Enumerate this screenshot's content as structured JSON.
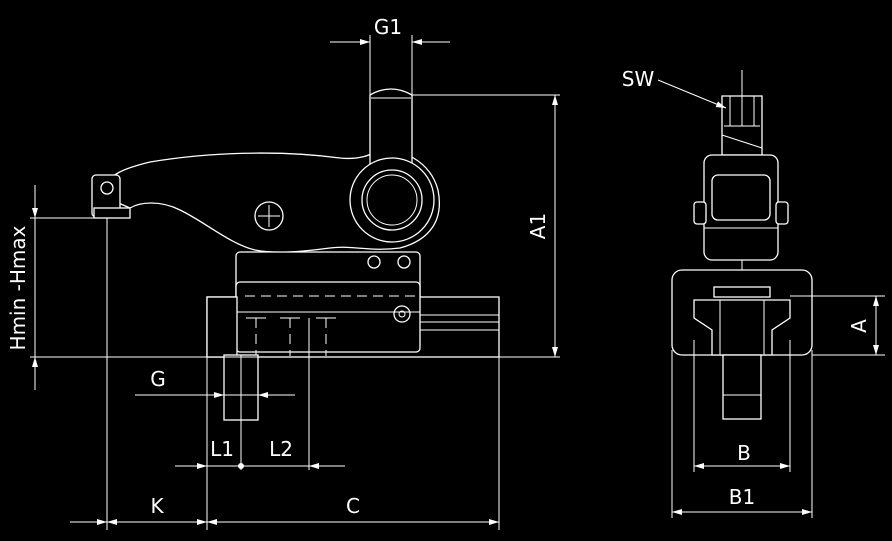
{
  "drawing": {
    "labels": {
      "g1": "G1",
      "a1": "A1",
      "hmin_hmax": "Hmin -Hmax",
      "g": "G",
      "l1": "L1",
      "l2": "L2",
      "k": "K",
      "c": "C",
      "sw": "SW",
      "a": "A",
      "b": "B",
      "b1": "B1"
    },
    "colors": {
      "background": "#000000",
      "lines": "#ffffff"
    }
  }
}
